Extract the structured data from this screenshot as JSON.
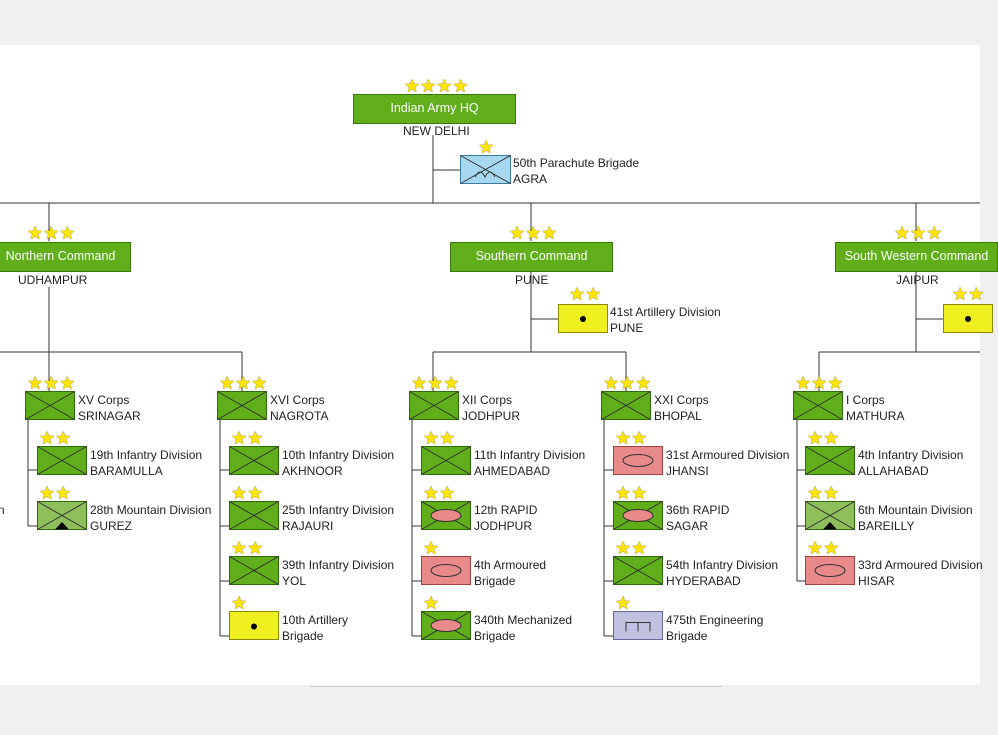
{
  "hq": {
    "name": "Indian Army HQ",
    "city": "NEW DELHI",
    "stars": "★★★★"
  },
  "para": {
    "name": "50th Parachute Brigade",
    "city": "AGRA",
    "stars": "★"
  },
  "commands": [
    {
      "name": "Northern Command",
      "city": "UDHAMPUR",
      "stars": "★★★"
    },
    {
      "name": "Southern Command",
      "city": "PUNE",
      "stars": "★★★"
    },
    {
      "name": "South Western Command",
      "city": "JAIPUR",
      "stars": "★★★"
    }
  ],
  "artillery_divisions": [
    {
      "name": "41st Artillery Division",
      "city": "PUNE",
      "stars": "★★"
    },
    {
      "stars": "★★"
    }
  ],
  "partial_left_label": "n",
  "corps": [
    {
      "name": "XV Corps",
      "city": "SRINAGAR",
      "stars": "★★★",
      "units": [
        {
          "name": "19th Infantry Division",
          "city": "BARAMULLA",
          "stars": "★★"
        },
        {
          "name": "28th Mountain Division",
          "city": "GUREZ",
          "stars": "★★"
        }
      ]
    },
    {
      "name": "XVI Corps",
      "city": "NAGROTA",
      "stars": "★★★",
      "units": [
        {
          "name": "10th Infantry Division",
          "city": "AKHNOOR",
          "stars": "★★"
        },
        {
          "name": "25th Infantry Division",
          "city": "RAJAURI",
          "stars": "★★"
        },
        {
          "name": "39th Infantry Division",
          "city": "YOL",
          "stars": "★★"
        },
        {
          "name": "10th Artillery",
          "city": "Brigade",
          "stars": "★"
        }
      ]
    },
    {
      "name": "XII Corps",
      "city": "JODHPUR",
      "stars": "★★★",
      "units": [
        {
          "name": "11th Infantry Division",
          "city": "AHMEDABAD",
          "stars": "★★"
        },
        {
          "name": "12th RAPID",
          "city": "JODHPUR",
          "stars": "★★"
        },
        {
          "name": "4th Armoured",
          "city": "Brigade",
          "stars": "★"
        },
        {
          "name": "340th Mechanized",
          "city": "Brigade",
          "stars": "★"
        }
      ]
    },
    {
      "name": "XXI Corps",
      "city": "BHOPAL",
      "stars": "★★★",
      "units": [
        {
          "name": "31st Armoured Division",
          "city": "JHANSI",
          "stars": "★★"
        },
        {
          "name": "36th RAPID",
          "city": "SAGAR",
          "stars": "★★"
        },
        {
          "name": "54th Infantry Division",
          "city": "HYDERABAD",
          "stars": "★★"
        },
        {
          "name": "475th Engineering",
          "city": "Brigade",
          "stars": "★"
        }
      ]
    },
    {
      "name": "I Corps",
      "city": "MATHURA",
      "stars": "★★★",
      "units": [
        {
          "name": "4th Infantry Division",
          "city": "ALLAHABAD",
          "stars": "★★"
        },
        {
          "name": "6th Mountain Division",
          "city": "BAREILLY",
          "stars": "★★"
        },
        {
          "name": "33rd Armoured Division",
          "city": "HISAR",
          "stars": "★★"
        }
      ]
    }
  ],
  "colors": {
    "infantry": "#5fae1a",
    "mountain": "#8fbf5a",
    "armoured": "#e88a8a",
    "artillery": "#f0f020",
    "engineering": "#c0c0e0",
    "para": "#a8d8f0",
    "line": "#333333"
  },
  "icons": [
    "star-icon",
    "infantry-symbol",
    "mountain-symbol",
    "armoured-symbol",
    "mechanized-symbol",
    "artillery-symbol",
    "engineering-symbol",
    "parachute-symbol"
  ]
}
